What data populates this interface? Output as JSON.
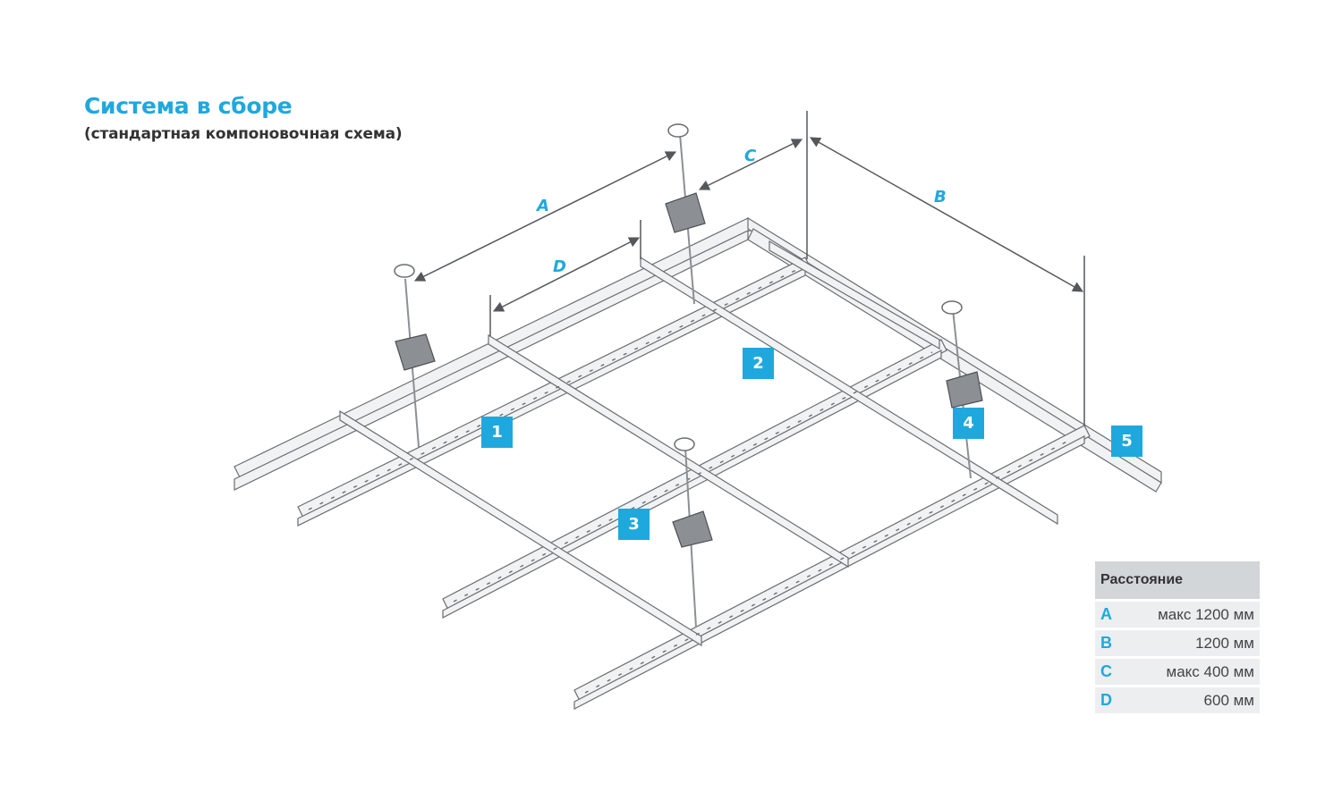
{
  "header": {
    "title": "Система в сборе",
    "subtitle": "(стандартная компоновочная схема)"
  },
  "dimensions": {
    "a": "A",
    "b": "B",
    "c": "C",
    "d": "D"
  },
  "callouts": [
    "1",
    "2",
    "3",
    "4",
    "5"
  ],
  "table": {
    "header": "Расстояние",
    "rows": [
      {
        "key": "A",
        "value": "макс  1200 мм"
      },
      {
        "key": "B",
        "value": "1200 мм"
      },
      {
        "key": "C",
        "value": "макс  400 мм"
      },
      {
        "key": "D",
        "value": "600 мм"
      }
    ]
  },
  "colors": {
    "accent": "#1fa8de",
    "profile": "#f1f2f3",
    "profile_stroke": "#6a6d70",
    "hanger": "#8c9094",
    "dimension_line": "#55585b"
  }
}
